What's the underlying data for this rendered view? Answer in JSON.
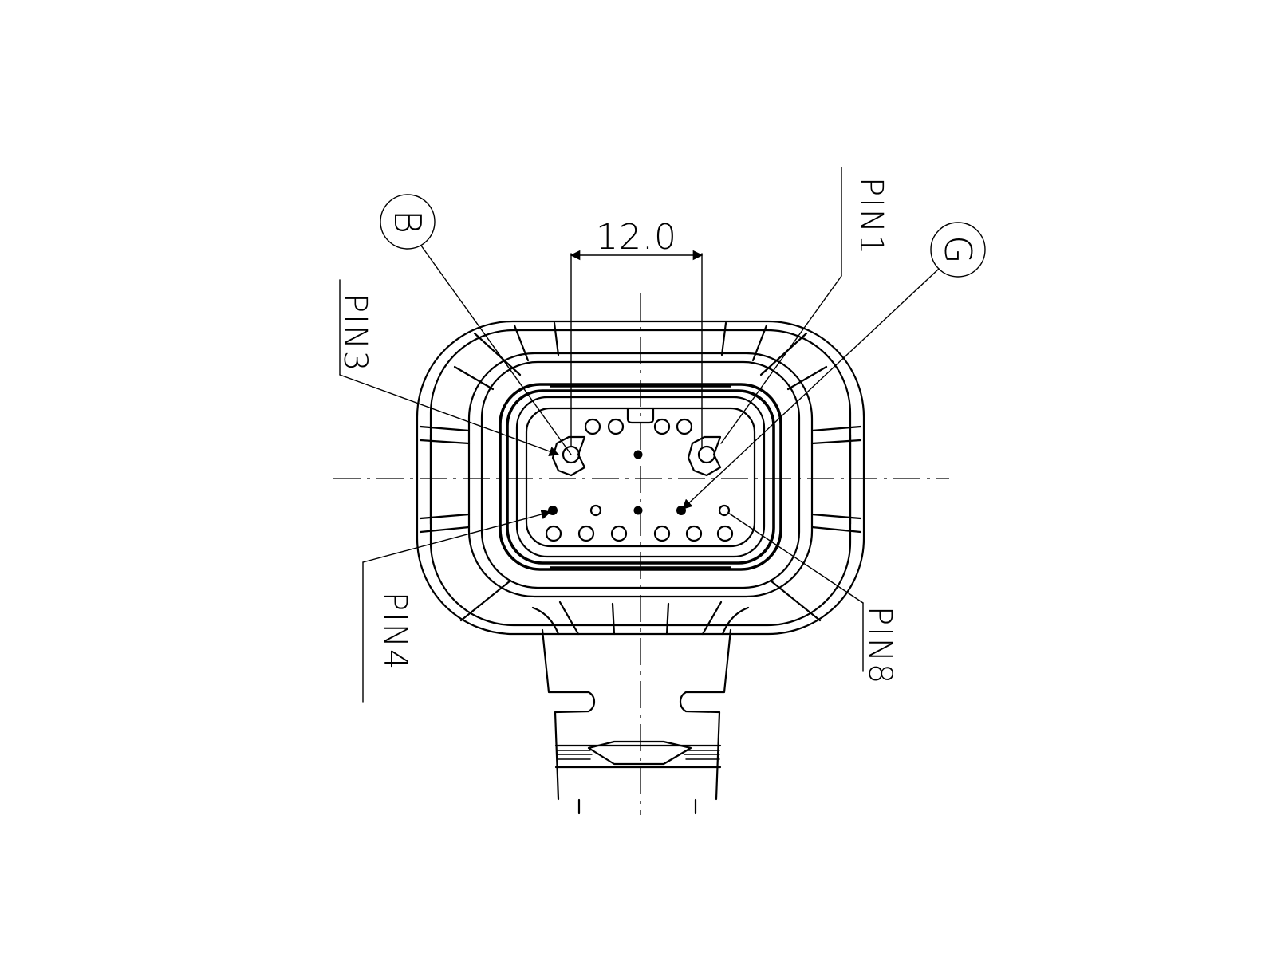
{
  "drawing": {
    "dimension": {
      "value": "12.0"
    },
    "callouts": [
      {
        "id": "b",
        "letter": "B"
      },
      {
        "id": "g",
        "letter": "G"
      }
    ],
    "pin_labels": {
      "pin1": "PIN1",
      "pin3": "PIN3",
      "pin4": "PIN4",
      "pin8": "PIN8"
    }
  }
}
